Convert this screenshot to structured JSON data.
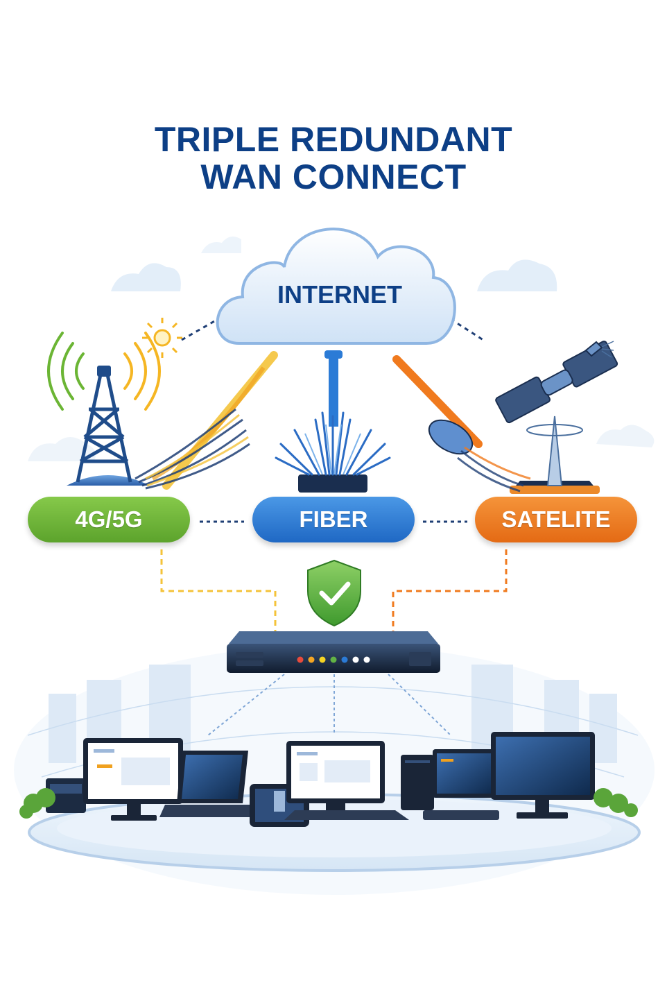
{
  "title": {
    "line1": "TRIPLE REDUNDANT",
    "line2": "WAN CONNECT"
  },
  "cloud": {
    "label": "INTERNET"
  },
  "connections": [
    {
      "id": "cellular",
      "label": "4G/5G",
      "icon": "cell-tower-icon",
      "color": "#6bb534"
    },
    {
      "id": "fiber",
      "label": "FIBER",
      "icon": "fiber-bundle-icon",
      "color": "#2b7bd6"
    },
    {
      "id": "satellite",
      "label": "SATELITE",
      "icon": "satellite-dish-icon",
      "color": "#f07a1e"
    }
  ],
  "router": {
    "icon": "router-icon",
    "led_colors": [
      "#e84b3c",
      "#f5a623",
      "#f5d423",
      "#62b345",
      "#2b7bd6",
      "#ffffff",
      "#ffffff"
    ]
  },
  "shield": {
    "icon": "shield-check-icon",
    "color": "#62b345"
  },
  "devices": [
    "server-icon",
    "desktop-monitor-icon",
    "laptop-icon",
    "tablet-icon",
    "desktop-monitor-icon",
    "laptop-icon",
    "desktop-tower-icon",
    "desktop-monitor-icon"
  ],
  "colors": {
    "title": "#0d3f86",
    "cellular": "#6bb534",
    "fiber": "#2b7bd6",
    "satellite": "#f07a1e",
    "cloud": "#dbe9f8"
  }
}
